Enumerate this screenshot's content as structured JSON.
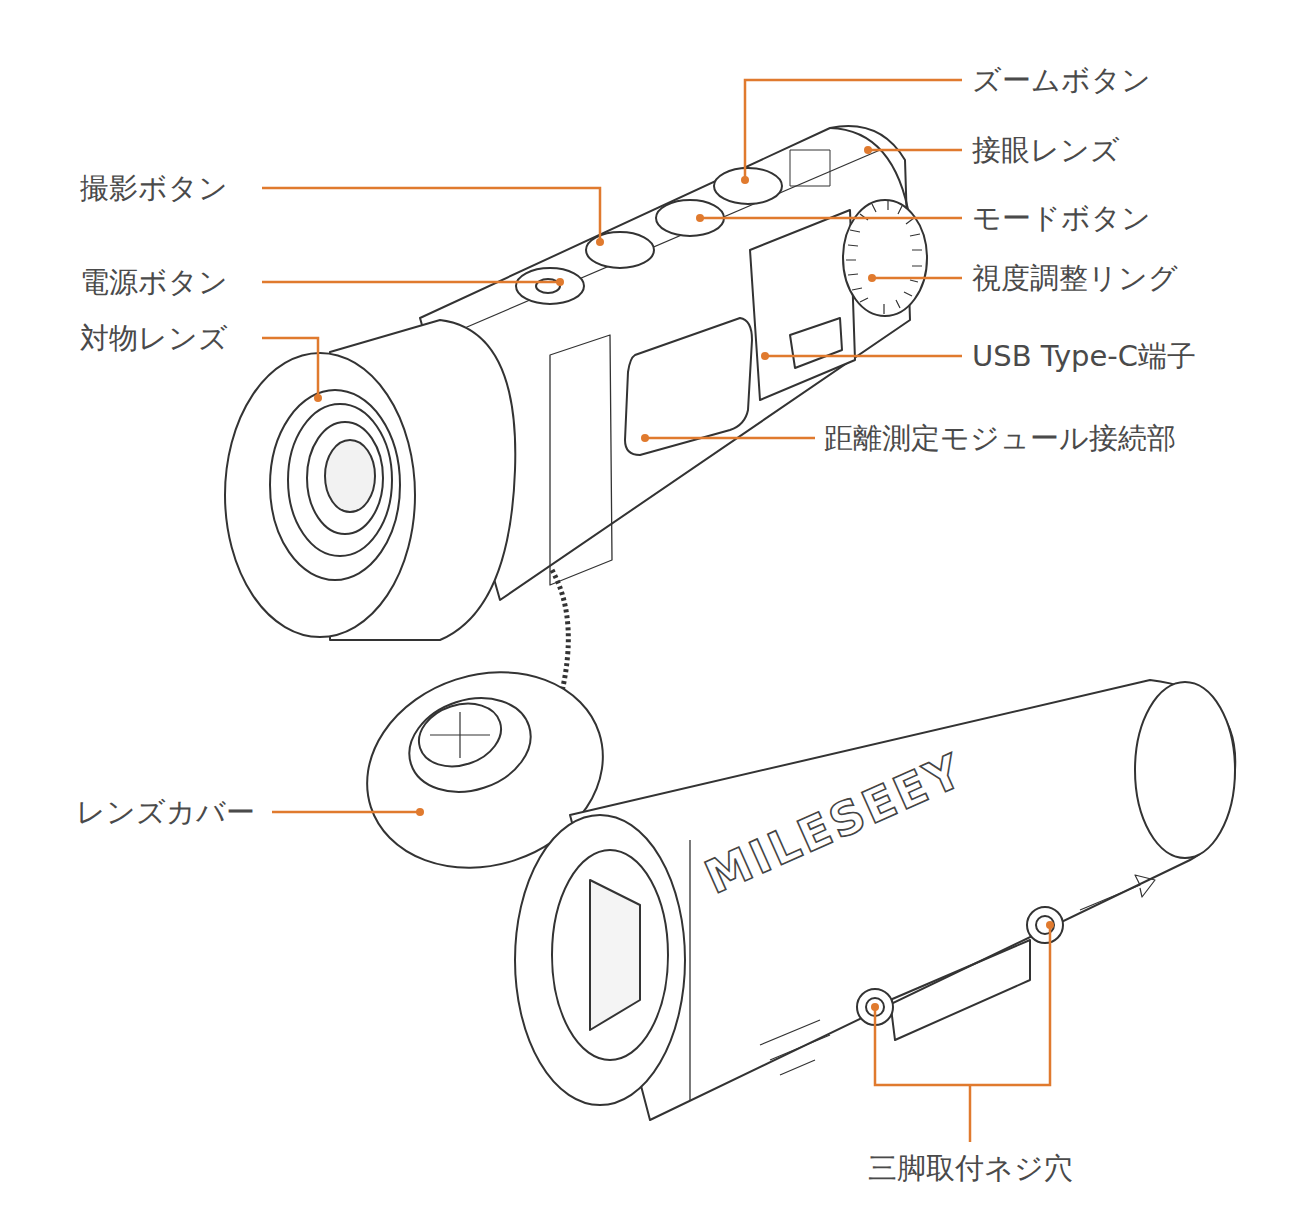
{
  "diagram": {
    "labels": [
      "ズームボタン",
      "接眼レンズ",
      "モードボタン",
      "視度調整リング",
      "USB Type-C端子",
      "距離測定モジュール接続部",
      "撮影ボタン",
      "電源ボタン",
      "対物レンズ",
      "レンズカバー",
      "三脚取付ネジ穴",
      "MILESEEY"
    ]
  }
}
